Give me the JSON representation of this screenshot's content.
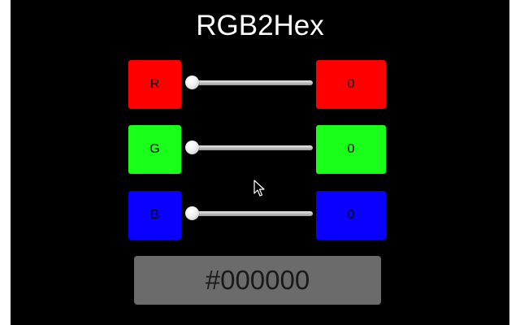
{
  "app": {
    "title": "RGB2Hex"
  },
  "rows": [
    {
      "label": "R",
      "value": "0",
      "slider_value": 0,
      "slider_min": 0,
      "slider_max": 255,
      "color": "#ff0000"
    },
    {
      "label": "G",
      "value": "0",
      "slider_value": 0,
      "slider_min": 0,
      "slider_max": 255,
      "color": "#1aff1a"
    },
    {
      "label": "B",
      "value": "0",
      "slider_value": 0,
      "slider_min": 0,
      "slider_max": 255,
      "color": "#0a00ff"
    }
  ],
  "hex": {
    "value": "#000000"
  },
  "icons": {
    "cursor": "mouse-pointer-icon"
  },
  "colors": {
    "background": "#000000",
    "hex_box": "#6b6b6b",
    "title": "#ffffff"
  }
}
